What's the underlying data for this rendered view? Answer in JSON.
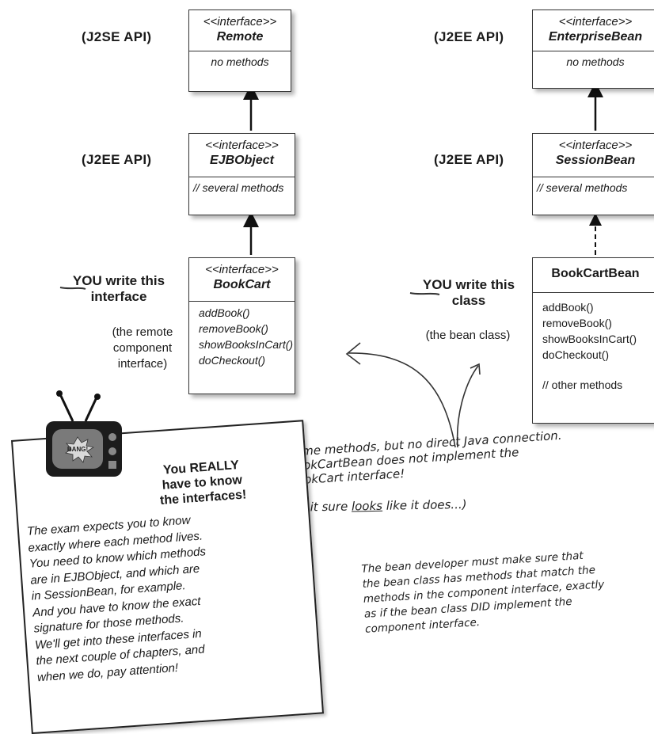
{
  "labels": {
    "j2se_api": "(J2SE API)",
    "j2ee_api": "(J2EE API)",
    "you": "YOU",
    "write_this": " write this",
    "interface_word": "interface",
    "class_word": "class",
    "remote_note_1": "(the remote",
    "remote_note_2": "component",
    "remote_note_3": "interface)",
    "bean_note": "(the bean class)"
  },
  "boxes": {
    "remote": {
      "stereotype": "<<interface>>",
      "name": "Remote",
      "body": "no methods"
    },
    "enterprise_bean": {
      "stereotype": "<<interface>>",
      "name": "EnterpriseBean",
      "body": "no methods"
    },
    "ejb_object": {
      "stereotype": "<<interface>>",
      "name": "EJBObject",
      "body": "// several methods"
    },
    "session_bean": {
      "stereotype": "<<interface>>",
      "name": "SessionBean",
      "body": "// several methods"
    },
    "book_cart": {
      "stereotype": "<<interface>>",
      "name": "BookCart",
      "methods": [
        "addBook()",
        "removeBook()",
        "showBooksInCart()",
        "doCheckout()"
      ]
    },
    "book_cart_bean": {
      "name": "BookCartBean",
      "methods": [
        "addBook()",
        "removeBook()",
        "showBooksInCart()",
        "doCheckout()"
      ],
      "extra": "// other methods"
    }
  },
  "handwritten": {
    "same_methods": [
      "Same methods, but no direct Java connection.",
      "BookCartBean does not implement the",
      "BookCart interface!"
    ],
    "looks_like_1": "(but it sure ",
    "looks_like_2": "looks",
    "looks_like_3": " like it does...)",
    "bean_dev": [
      "The bean developer must make sure that",
      "the bean class has methods that match the",
      "methods in the component interface, exactly",
      "as if the bean class DID implement the",
      "component interface."
    ]
  },
  "callout": {
    "tv_label": "BANG!",
    "title": [
      "You REALLY",
      "have to know",
      "the interfaces!"
    ],
    "paragraph": [
      "The exam expects you to know",
      "exactly where each method lives.",
      "You need to know which methods",
      "are in EJBObject, and which are",
      "in SessionBean, for example.",
      "And you have to know the exact",
      "signature for those methods.",
      "We'll get into these interfaces in",
      "the next couple of chapters, and",
      "when we do, pay attention!"
    ]
  }
}
